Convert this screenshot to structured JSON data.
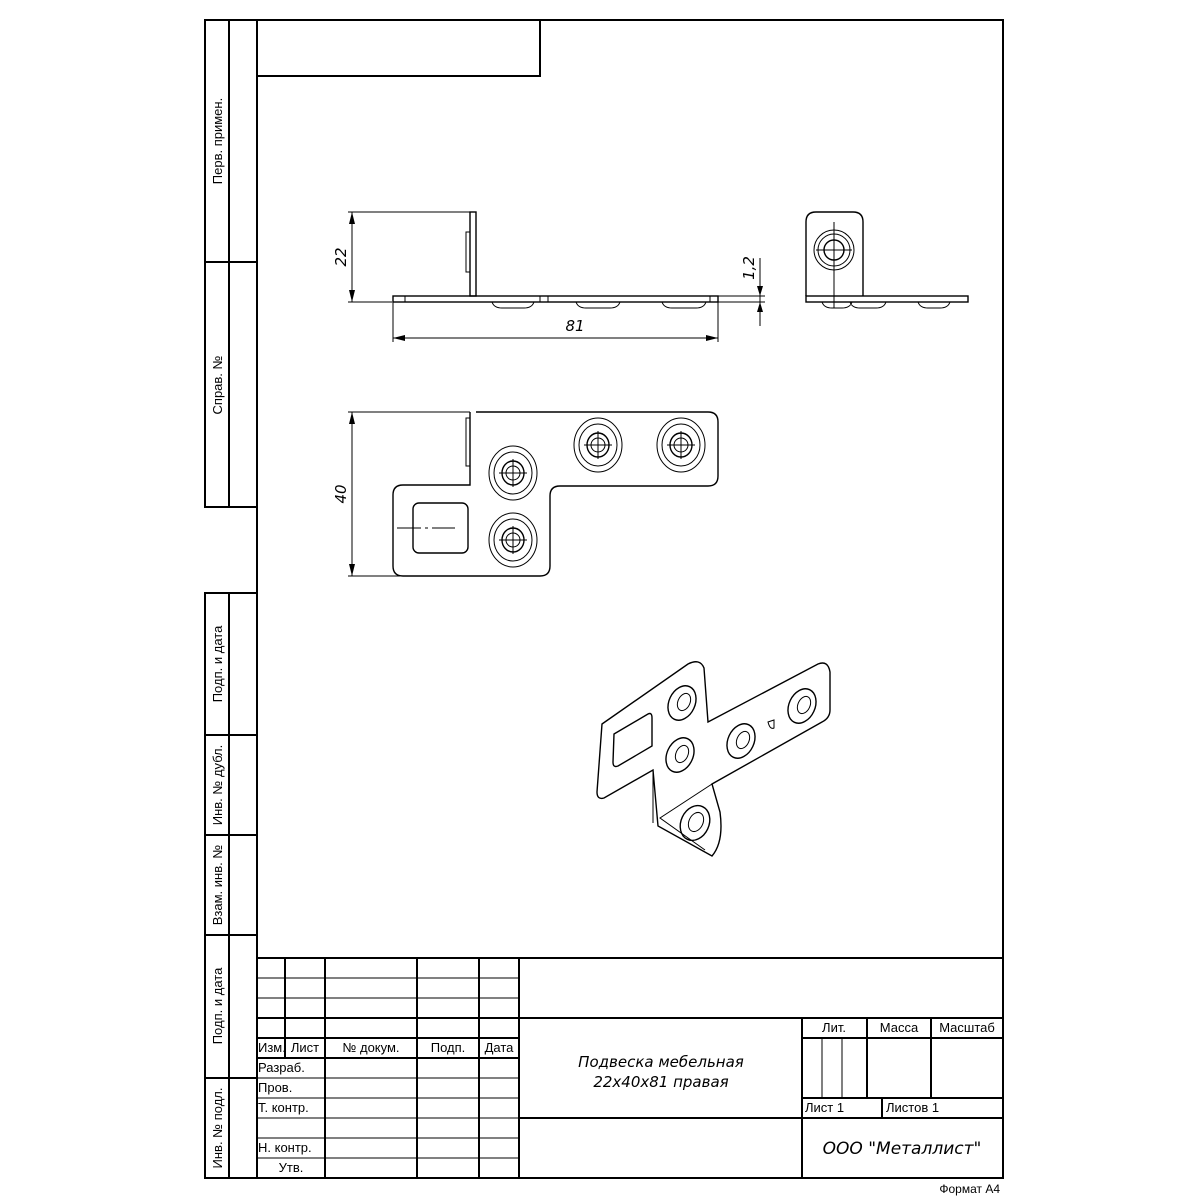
{
  "side_stamps": {
    "perv_primen": "Перв. примен.",
    "sprav_no": "Справ. №",
    "podp_data_1": "Подп. и дата",
    "inv_dubl": "Инв. № дубл.",
    "vzam_inv": "Взам. инв. №",
    "podp_data_2": "Подп. и дата",
    "inv_podl": "Инв. № подл."
  },
  "dimensions": {
    "height": "22",
    "length": "81",
    "thickness": "1,2",
    "width": "40"
  },
  "title_block": {
    "headers": [
      "Изм.",
      "Лист",
      "№ докум.",
      "Подп.",
      "Дата"
    ],
    "roles": [
      "Разраб.",
      "Пров.",
      "Т. контр.",
      "Н. контр.",
      "Утв."
    ],
    "lit_label": "Лит.",
    "mass_label": "Масса",
    "scale_label": "Масштаб",
    "sheet": "Лист 1",
    "sheets_total": "Листов 1",
    "title_line1": "Подвеска мебельная",
    "title_line2": "22x40x81 правая",
    "company": "ООО \"Металлист\""
  },
  "format": "Формат А4"
}
